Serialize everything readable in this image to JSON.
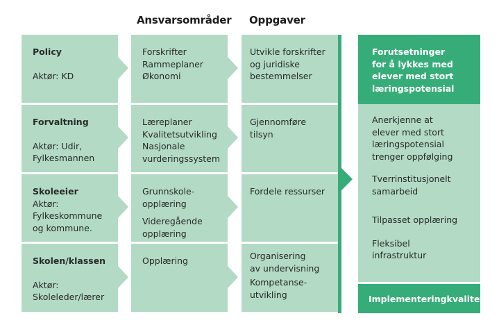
{
  "headers": {
    "col2": "Ansvarsområder",
    "col3": "Oppgaver"
  },
  "rows": [
    {
      "level": "Policy",
      "actor_lines": [
        "Aktør: KD"
      ],
      "responsibilities": [
        "Forskrifter",
        "Rammeplaner",
        "Økonomi"
      ],
      "tasks": [
        [
          "Utvikle forskrifter",
          "og juridiske",
          "bestemmelser"
        ]
      ]
    },
    {
      "level": "Forvaltning",
      "actor_lines": [
        "Aktør: Udir,",
        "Fylkesmannen"
      ],
      "responsibilities": [
        "Læreplaner",
        "Kvalitetsutvikling",
        "Nasjonale",
        "vurderingssystem"
      ],
      "tasks": [
        [
          "Gjennomføre",
          "tilsyn"
        ]
      ]
    },
    {
      "level": "Skoleeier",
      "actor_lines": [
        "Aktør:",
        "Fylkeskommune",
        "og kommune."
      ],
      "responsibilities_groups": [
        [
          "Grunnskole-",
          "opplæring"
        ],
        [
          "Videregående",
          "opplæring"
        ]
      ],
      "tasks": [
        [
          "Fordele ressurser"
        ]
      ]
    },
    {
      "level": "Skolen/klassen",
      "actor_lines": [
        "Aktør:",
        "Skoleleder/lærer"
      ],
      "responsibilities": [
        "Opplæring"
      ],
      "tasks": [
        [
          "Organisering",
          "av undervisning"
        ],
        [
          "Kompetanse-",
          "utvikling"
        ]
      ]
    }
  ],
  "outcome": {
    "title_lines": [
      "Forutsetninger",
      "for å lykkes med",
      "elever med stort",
      "læringspotensial"
    ],
    "items": [
      [
        "Anerkjenne at",
        "elever med stort",
        "læringspotensial",
        "trenger oppfølging"
      ],
      [
        "Tverrinstitusjonelt",
        "samarbeid"
      ],
      [
        "Tilpasset opplæring"
      ],
      [
        "Fleksibel",
        "infrastruktur"
      ]
    ],
    "footer": "Implementeringkvalitet"
  },
  "colors": {
    "light_green": "#b2dac4",
    "accent_green": "#36ad78"
  }
}
